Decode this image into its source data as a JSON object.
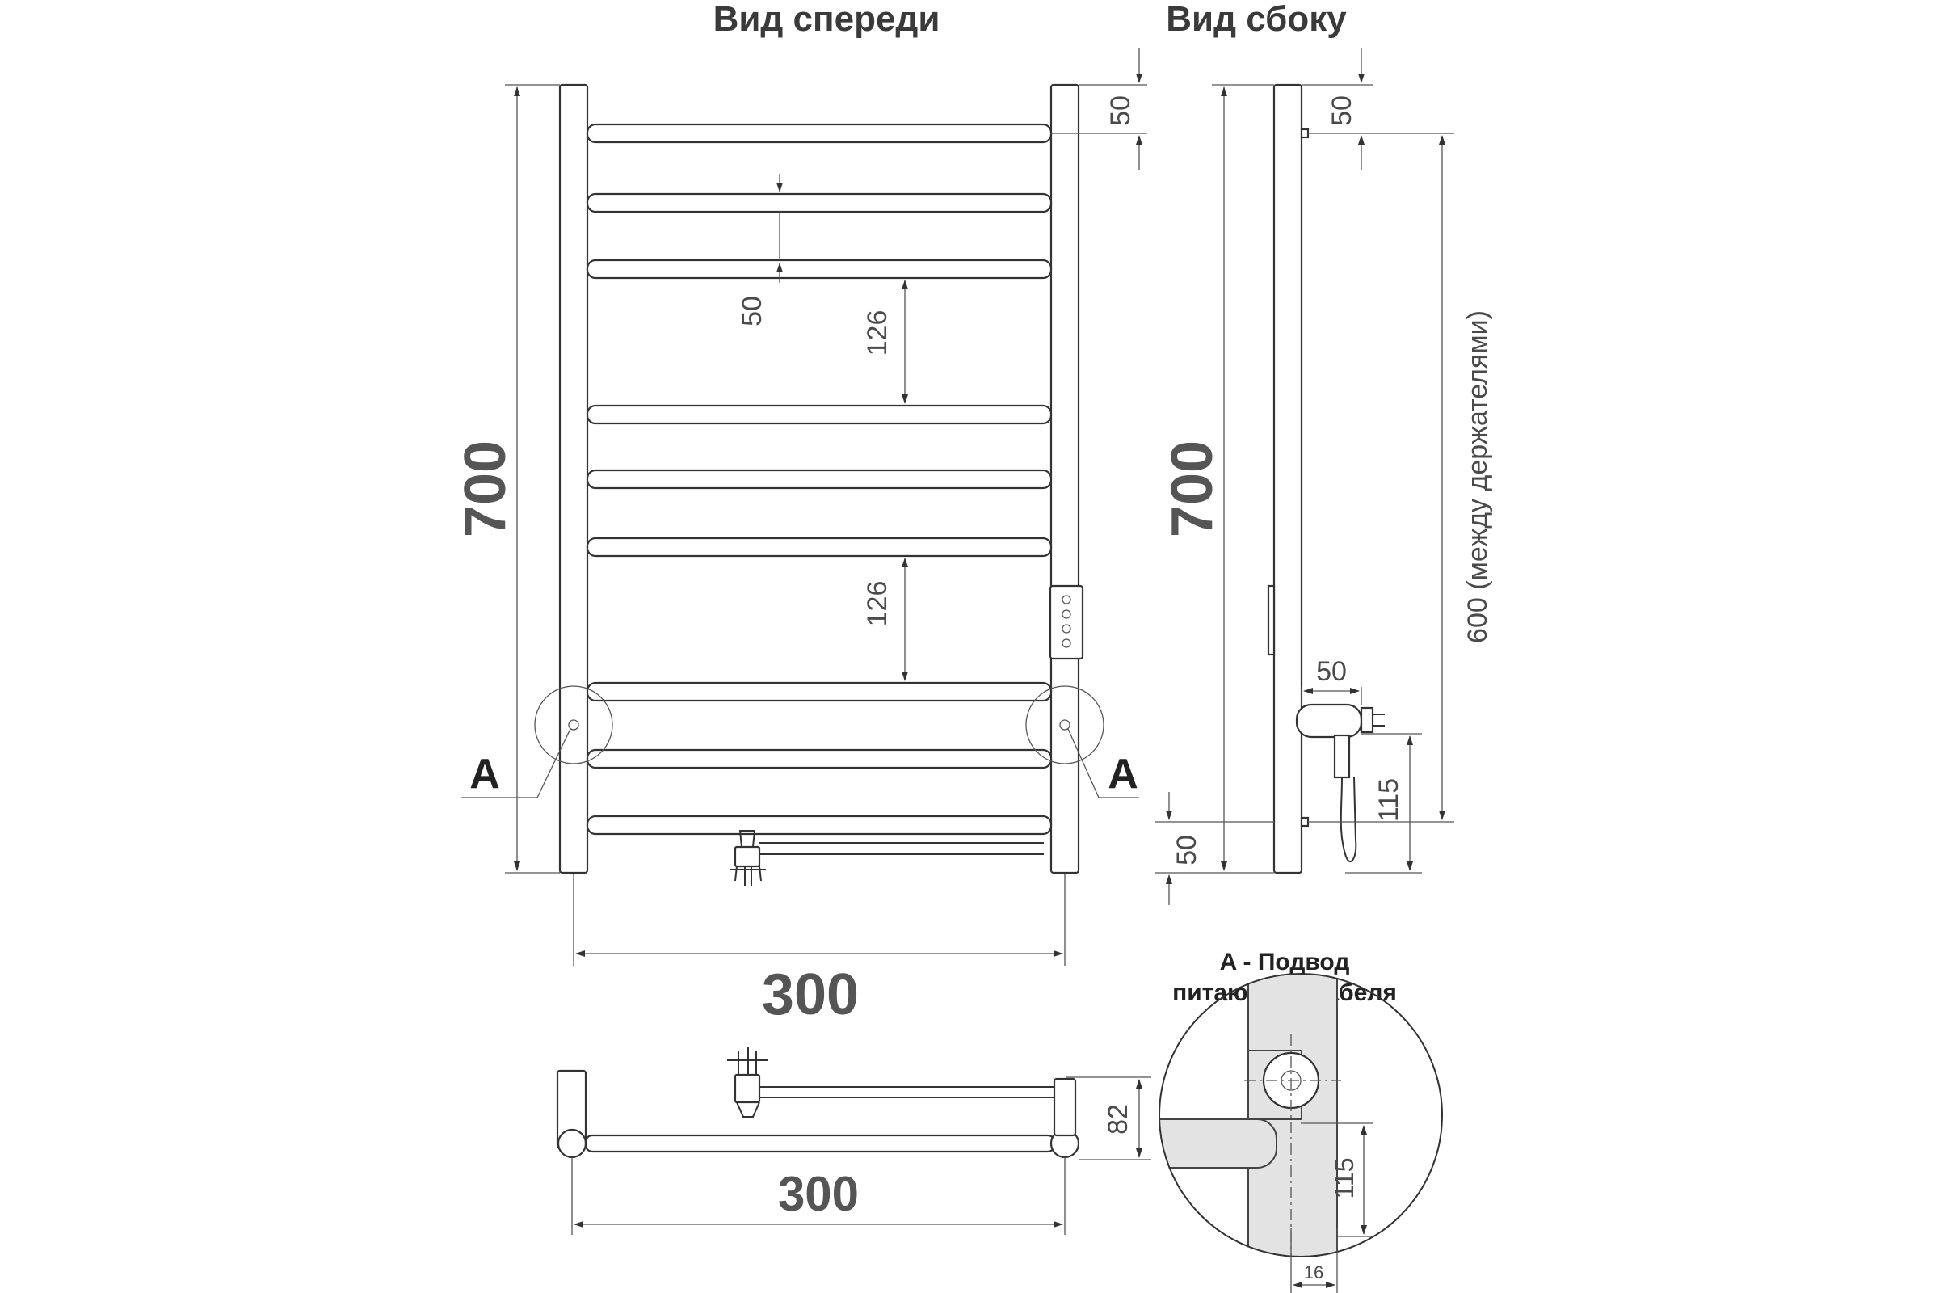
{
  "titles": {
    "front_view": "Вид спереди",
    "side_view": "Вид сбоку"
  },
  "dimensions": {
    "front_height": "700",
    "front_top_offset": "50",
    "front_bar_gap": "50",
    "front_spacing_upper": "126",
    "front_spacing_lower": "126",
    "front_width": "300",
    "side_height": "700",
    "side_top_offset": "50",
    "side_between_holders": "600 (между держателями)",
    "side_bracket_depth": "50",
    "side_cable_height": "115",
    "side_bottom_offset": "50",
    "top_width": "300",
    "top_depth": "82",
    "detail_height": "115",
    "detail_width": "16"
  },
  "labels": {
    "section_left": "A",
    "section_right": "A"
  },
  "detail": {
    "title_line1": "A - Подвод",
    "title_line2": "питающего кабеля"
  }
}
